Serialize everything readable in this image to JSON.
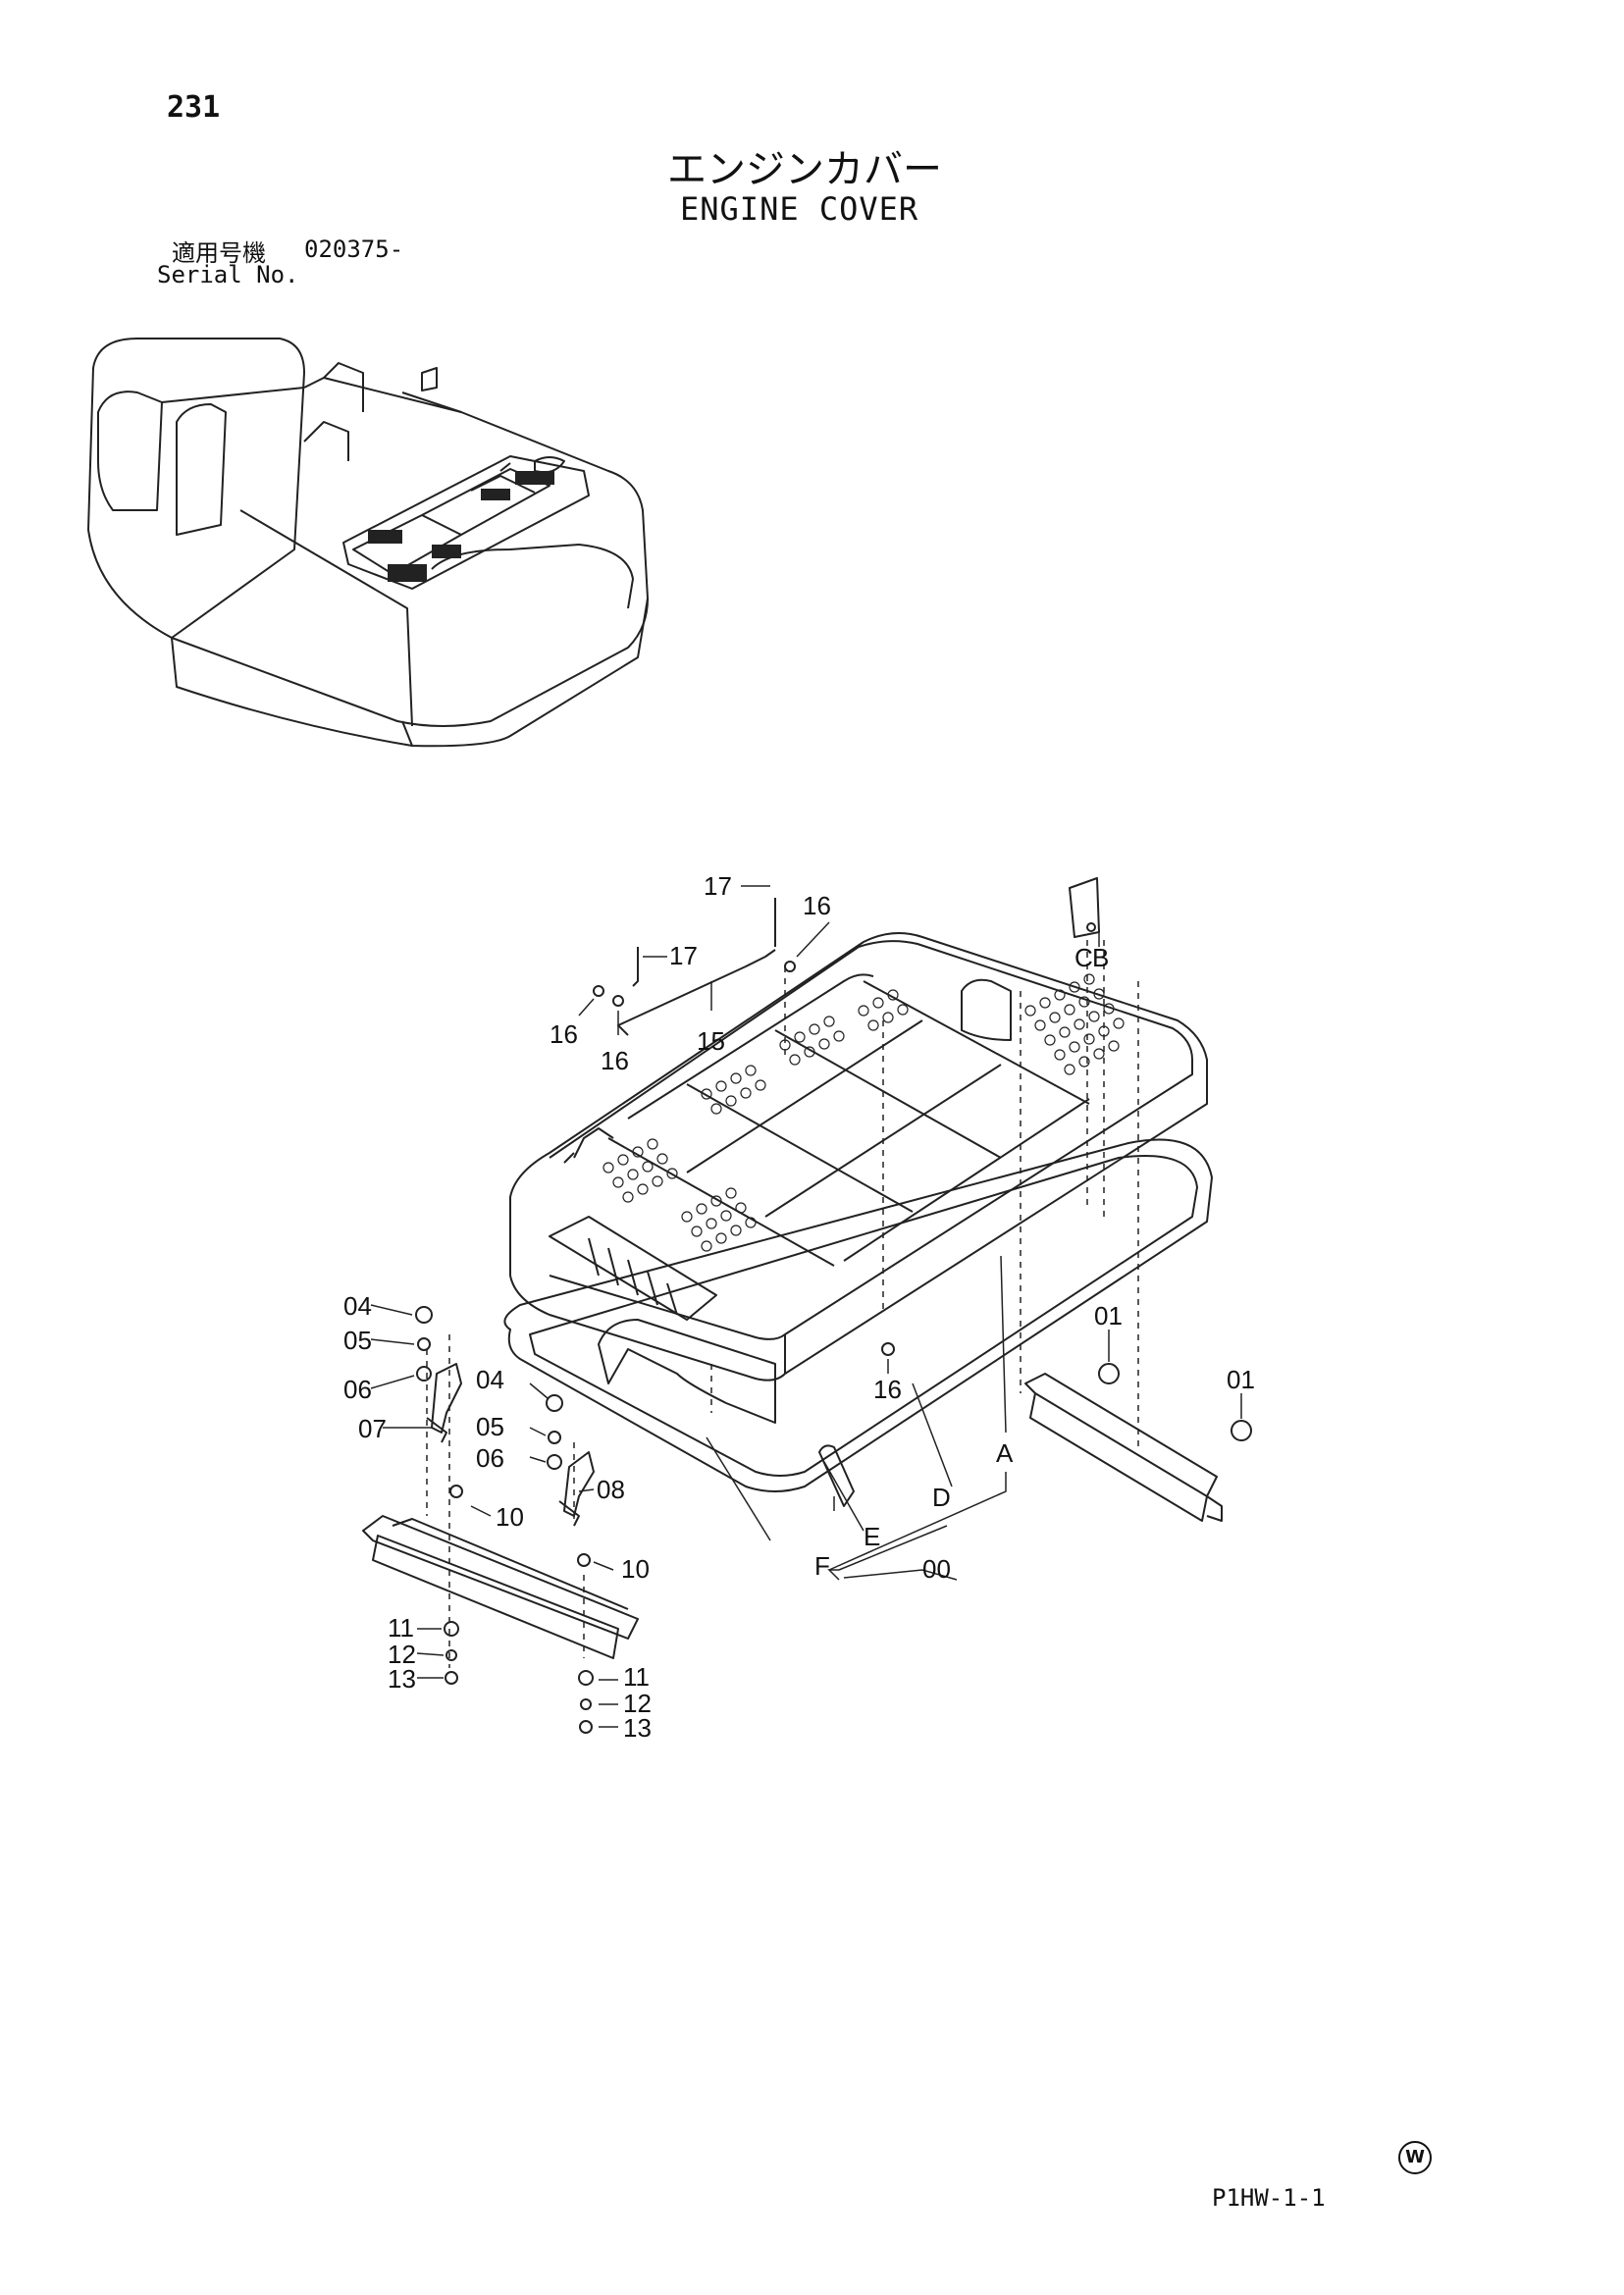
{
  "page": {
    "number": "231",
    "title_jp": "エンジンカバー",
    "title_en": "ENGINE COVER",
    "serial_label_jp": "適用号機",
    "serial_value": "020375-",
    "serial_label_en": "Serial No.",
    "mark": "W",
    "code": "P1HW-1-1"
  },
  "callouts": {
    "c17a": "17",
    "c16a": "16",
    "c17b": "17",
    "c16b": "16",
    "c16c": "16",
    "c15": "15",
    "cC": "C",
    "cB": "B",
    "c16d": "16",
    "c04a": "04",
    "c05a": "05",
    "c06a": "06",
    "c07": "07",
    "c04b": "04",
    "c05b": "05",
    "c06b": "06",
    "c08": "08",
    "c10a": "10",
    "c10b": "10",
    "c11a": "11",
    "c12a": "12",
    "c13a": "13",
    "c11b": "11",
    "c12b": "12",
    "c13b": "13",
    "c01a": "01",
    "c01b": "01",
    "cA": "A",
    "cD": "D",
    "cE": "E",
    "cF": "F",
    "c00": "00"
  }
}
